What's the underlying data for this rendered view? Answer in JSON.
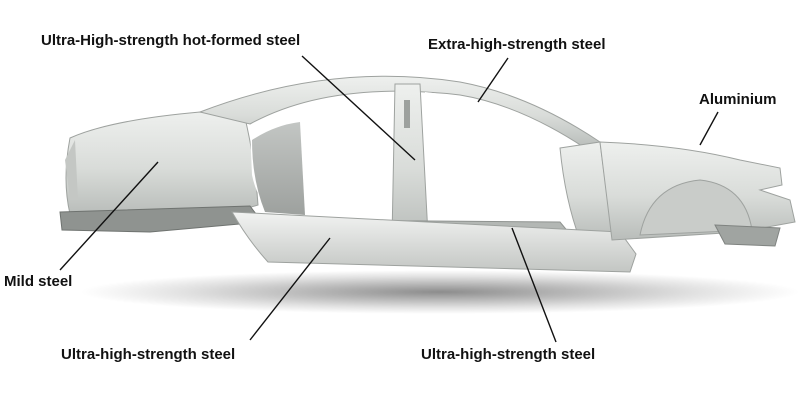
{
  "labels": {
    "ultra_high_hot_formed": "Ultra-High-strength hot-formed steel",
    "extra_high": "Extra-high-strength steel",
    "aluminium": "Aluminium",
    "mild": "Mild steel",
    "ultra_high_sill_left": "Ultra-high-strength steel",
    "ultra_high_floor_right": "Ultra-high-strength steel"
  },
  "colors": {
    "background": "#ffffff",
    "body_light": "#e4e6e4",
    "body_mid": "#cfd2cf",
    "body_dark": "#a9adaa",
    "interior_shadow": "#8e928f",
    "leader_line": "#111111",
    "label_text": "#111111"
  }
}
